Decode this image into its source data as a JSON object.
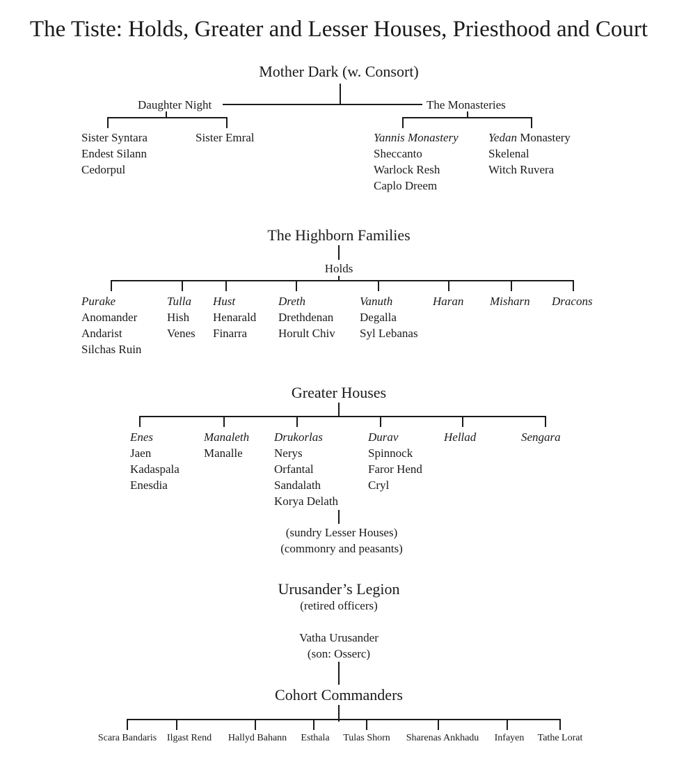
{
  "title": "The Tiste: Holds, Greater and Lesser Houses, Priesthood and Court",
  "court": {
    "root": "Mother Dark (w. Consort)",
    "daughter_night": {
      "label": "Daughter Night",
      "branches": [
        {
          "members": [
            "Sister Syntara",
            "Endest Silann",
            "Cedorpul"
          ]
        },
        {
          "members": [
            "Sister Emral"
          ]
        }
      ]
    },
    "monasteries": {
      "label": "The Monasteries",
      "branches": [
        {
          "name": "Yannis Monastery",
          "members": [
            "Sheccanto",
            "Warlock Resh",
            "Caplo Dreem"
          ]
        },
        {
          "name_italic": "Yedan",
          "name_rest": " Monastery",
          "members": [
            "Skelenal",
            "Witch Ruvera"
          ]
        }
      ]
    }
  },
  "highborn": {
    "label": "The Highborn Families",
    "sub": "Holds",
    "holds": [
      {
        "name": "Purake",
        "members": [
          "Anomander",
          "Andarist",
          "Silchas Ruin"
        ]
      },
      {
        "name": "Tulla",
        "members": [
          "Hish",
          "Venes"
        ]
      },
      {
        "name": "Hust",
        "members": [
          "Henarald",
          "Finarra"
        ]
      },
      {
        "name": "Dreth",
        "members": [
          "Drethdenan",
          "Horult Chiv"
        ]
      },
      {
        "name": "Vanuth",
        "members": [
          "Degalla",
          "Syl Lebanas"
        ]
      },
      {
        "name": "Haran",
        "members": []
      },
      {
        "name": "Misharn",
        "members": []
      },
      {
        "name": "Dracons",
        "members": []
      }
    ]
  },
  "greater": {
    "label": "Greater Houses",
    "houses": [
      {
        "name": "Enes",
        "members": [
          "Jaen",
          "Kadaspala",
          "Enesdia"
        ]
      },
      {
        "name": "Manaleth",
        "members": [
          "Manalle"
        ]
      },
      {
        "name": "Drukorlas",
        "members": [
          "Nerys",
          "Orfantal",
          "Sandalath",
          "Korya Delath"
        ]
      },
      {
        "name": "Durav",
        "members": [
          "Spinnock",
          "Faror Hend",
          "Cryl"
        ]
      },
      {
        "name": "Hellad",
        "members": []
      },
      {
        "name": "Sengara",
        "members": []
      }
    ],
    "lesser": [
      "(sundry Lesser Houses)",
      "(commonry and peasants)"
    ]
  },
  "legion": {
    "label": "Urusander’s Legion",
    "sub": "(retired officers)",
    "leader": "Vatha Urusander",
    "leader_note": "(son: Osserc)",
    "commanders_label": "Cohort Commanders",
    "commanders": [
      "Scara Bandaris",
      "Ilgast Rend",
      "Hallyd Bahann",
      "Esthala",
      "Tulas Shorn",
      "Sharenas Ankhadu",
      "Infayen",
      "Tathe Lorat"
    ]
  }
}
